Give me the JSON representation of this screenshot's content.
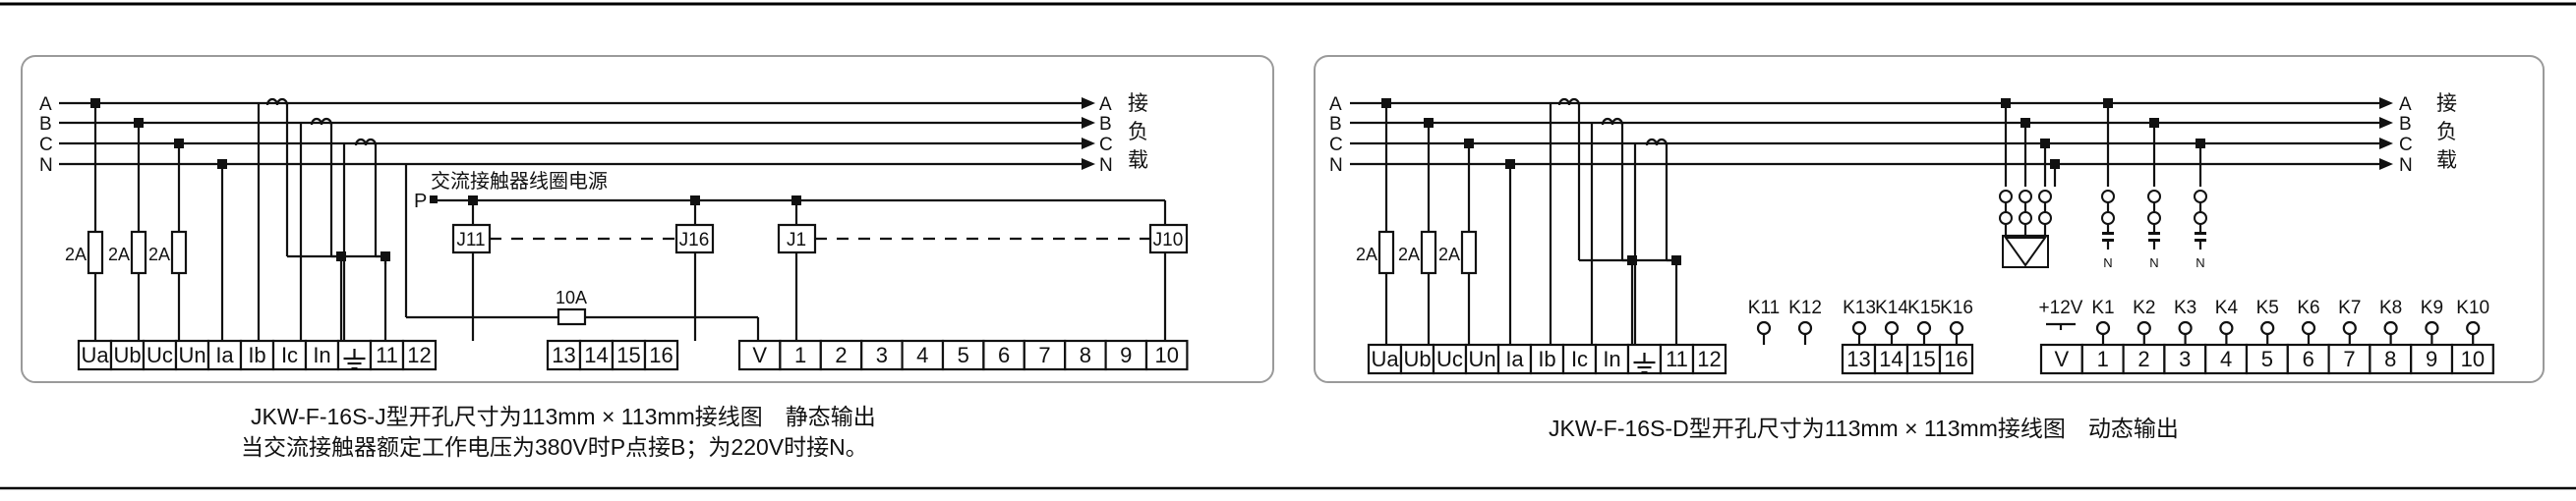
{
  "colors": {
    "line": "#111111",
    "frame": "#9a9a9a",
    "rule": "#000000"
  },
  "left_panel": {
    "bus_labels": [
      "A",
      "B",
      "C",
      "N"
    ],
    "load_labels": [
      "A",
      "B",
      "C",
      "N"
    ],
    "load_text": [
      "接",
      "负",
      "载"
    ],
    "fuse_labels": [
      "2A",
      "2A",
      "2A"
    ],
    "coil_label": "交流接触器线圈电源",
    "p_label": "P",
    "fuse_10a": "10A",
    "relay_boxes": [
      "J11",
      "J16",
      "J1",
      "J10"
    ],
    "terminals_a": [
      "Ua",
      "Ub",
      "Uc",
      "Un",
      "Ia",
      "Ib",
      "Ic",
      "In",
      "",
      "11",
      "12"
    ],
    "terminals_b": [
      "13",
      "14",
      "15",
      "16"
    ],
    "terminals_c": [
      "V",
      "1",
      "2",
      "3",
      "4",
      "5",
      "6",
      "7",
      "8",
      "9",
      "10"
    ],
    "caption_1": "JKW-F-16S-J型开孔尺寸为113mm × 113mm接线图　静态输出",
    "caption_2": "当交流接触器额定工作电压为380V时P点接B；为220V时接N。"
  },
  "right_panel": {
    "bus_labels": [
      "A",
      "B",
      "C",
      "N"
    ],
    "load_labels": [
      "A",
      "B",
      "C",
      "N"
    ],
    "load_text": [
      "接",
      "负",
      "载"
    ],
    "fuse_labels": [
      "2A",
      "2A",
      "2A"
    ],
    "n_labels": [
      "N",
      "N",
      "N"
    ],
    "k_labels_a": [
      "K11",
      "K12"
    ],
    "k_labels_b": [
      "K13",
      "K14",
      "K15",
      "K16"
    ],
    "supply_label": "+12V",
    "k_labels_c": [
      "K1",
      "K2",
      "K3",
      "K4",
      "K5",
      "K6",
      "K7",
      "K8",
      "K9",
      "K10"
    ],
    "terminals_a": [
      "Ua",
      "Ub",
      "Uc",
      "Un",
      "Ia",
      "Ib",
      "Ic",
      "In",
      "",
      "11",
      "12"
    ],
    "terminals_b": [
      "13",
      "14",
      "15",
      "16"
    ],
    "terminals_c": [
      "V",
      "1",
      "2",
      "3",
      "4",
      "5",
      "6",
      "7",
      "8",
      "9",
      "10"
    ],
    "caption": "JKW-F-16S-D型开孔尺寸为113mm × 113mm接线图　动态输出"
  }
}
